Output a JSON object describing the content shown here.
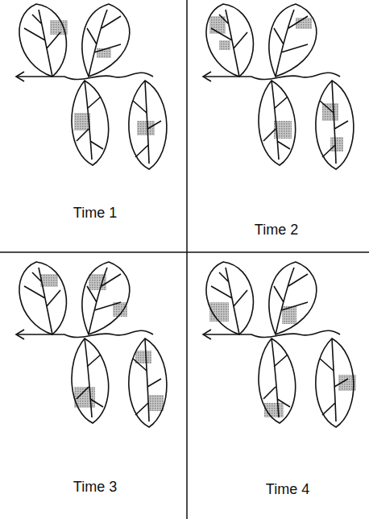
{
  "diagram": {
    "labels": [
      "Time 1",
      "Time 2",
      "Time 3",
      "Time 4"
    ]
  }
}
